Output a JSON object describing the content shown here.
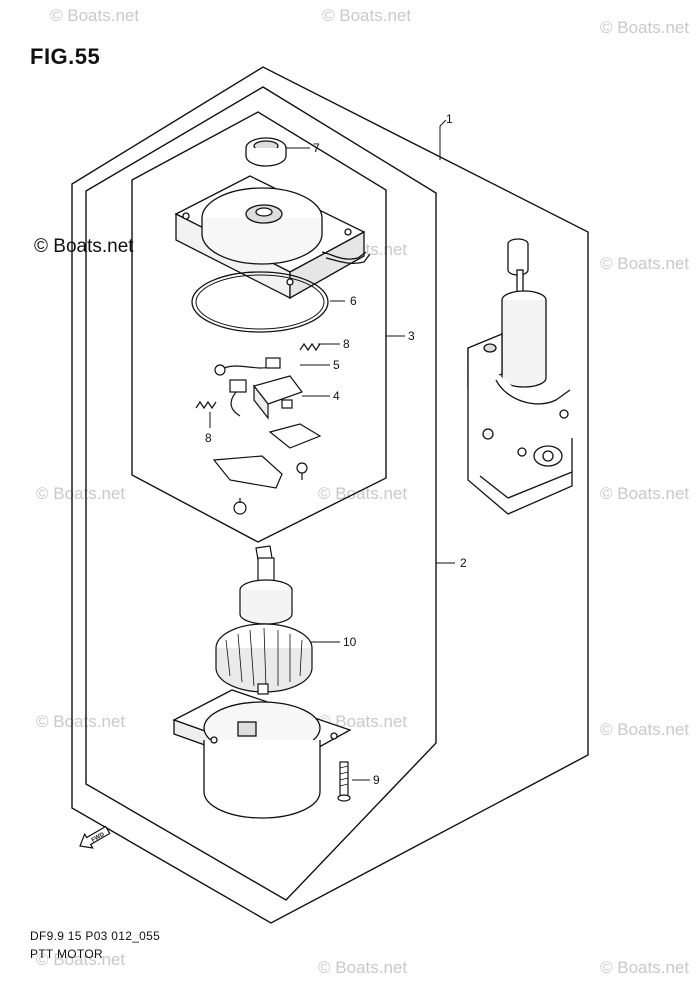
{
  "figure": {
    "title": "FIG.55",
    "drawing_code": "DF9.9 15 P03 012_055",
    "caption": "PTT MOTOR",
    "direction_arrow": "FWD"
  },
  "watermarks": {
    "text": "© Boats.net",
    "strong_text": "© Boats.net"
  },
  "callouts": [
    {
      "id": "1",
      "label": "1"
    },
    {
      "id": "2",
      "label": "2"
    },
    {
      "id": "3",
      "label": "3"
    },
    {
      "id": "4",
      "label": "4"
    },
    {
      "id": "5",
      "label": "5"
    },
    {
      "id": "6",
      "label": "6"
    },
    {
      "id": "7",
      "label": "7"
    },
    {
      "id": "8a",
      "label": "8"
    },
    {
      "id": "8b",
      "label": "8"
    },
    {
      "id": "9",
      "label": "9"
    },
    {
      "id": "10",
      "label": "10"
    }
  ],
  "icons": {
    "fwd_arrow": "fwd-arrow-icon"
  }
}
